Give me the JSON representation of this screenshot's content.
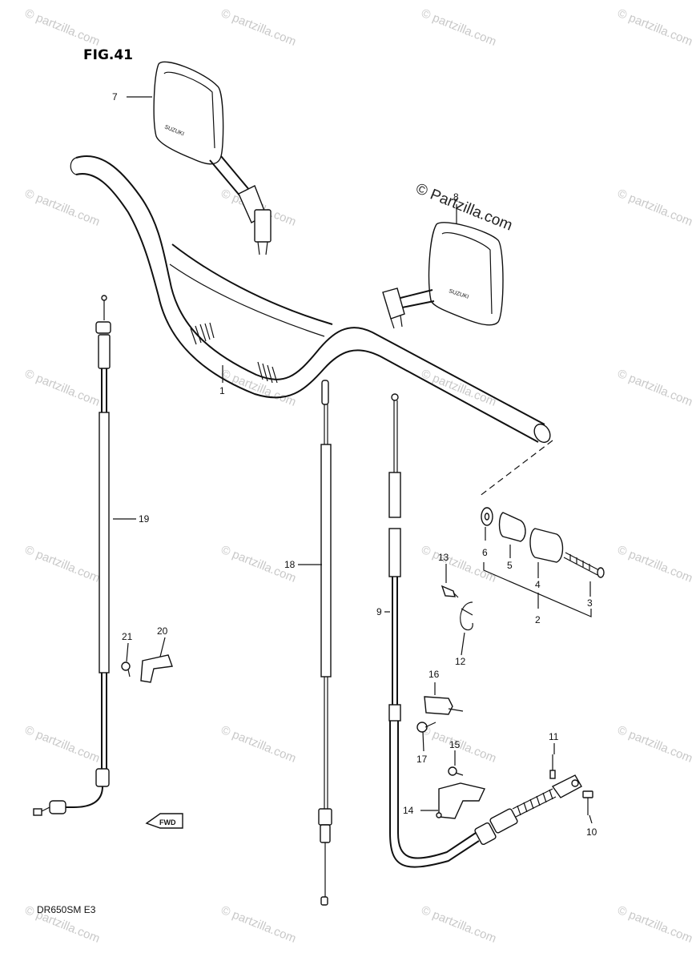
{
  "figure": {
    "title": "FIG.41",
    "model_code": "DR650SM E3"
  },
  "watermark": {
    "text": "© partzilla.com",
    "prominent_text": "© Partzilla.com"
  },
  "fwd_arrow": {
    "label": "FWD"
  },
  "part_labels": {
    "p1": "1",
    "p2": "2",
    "p3": "3",
    "p4": "4",
    "p5": "5",
    "p6": "6",
    "p7": "7",
    "p8": "8",
    "p9": "9",
    "p10": "10",
    "p11": "11",
    "p12": "12",
    "p13": "13",
    "p14": "14",
    "p15": "15",
    "p16": "16",
    "p17": "17",
    "p18": "18",
    "p19": "19",
    "p20": "20",
    "p21": "21"
  }
}
